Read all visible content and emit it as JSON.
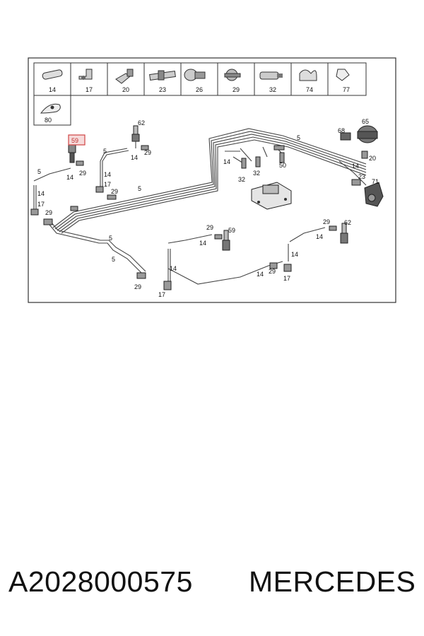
{
  "legend": {
    "items": [
      {
        "label": "14",
        "icon": "tube-icon"
      },
      {
        "label": "17",
        "icon": "elbow-connector-icon"
      },
      {
        "label": "20",
        "icon": "angle-connector-icon"
      },
      {
        "label": "23",
        "icon": "straight-connector-icon"
      },
      {
        "label": "26",
        "icon": "union-connector-icon"
      },
      {
        "label": "29",
        "icon": "banjo-connector-icon"
      },
      {
        "label": "32",
        "icon": "plug-connector-icon"
      },
      {
        "label": "74",
        "icon": "clip-icon"
      },
      {
        "label": "77",
        "icon": "holder-icon"
      },
      {
        "label": "80",
        "icon": "strap-icon"
      }
    ]
  },
  "callouts": {
    "highlighted": "59",
    "c62a": "62",
    "c29a": "29",
    "c14a": "14",
    "c5a": "5",
    "c5b": "5",
    "c14b": "14",
    "c29b": "29",
    "c14c": "14",
    "c17a": "17",
    "c29c": "29",
    "c14d": "14",
    "c17b": "17",
    "c29d": "29",
    "c5c": "5",
    "c14e": "14",
    "c32a": "32",
    "c32b": "32",
    "c50": "50",
    "c5d": "5",
    "c68": "68",
    "c65": "65",
    "c20": "20",
    "c14f": "14",
    "c23": "23",
    "c71": "71",
    "c5e": "5",
    "c5f": "5",
    "c29e": "29",
    "c14g": "14",
    "c59b": "59",
    "c14h": "14",
    "c29f": "29",
    "c17c": "17",
    "c14i": "14",
    "c29g": "29",
    "c17d": "17",
    "c29h": "29",
    "c62b": "62",
    "c14j": "14",
    "c14k": "14"
  },
  "footer": {
    "part_number": "A2028000575",
    "brand": "MERCEDES"
  }
}
